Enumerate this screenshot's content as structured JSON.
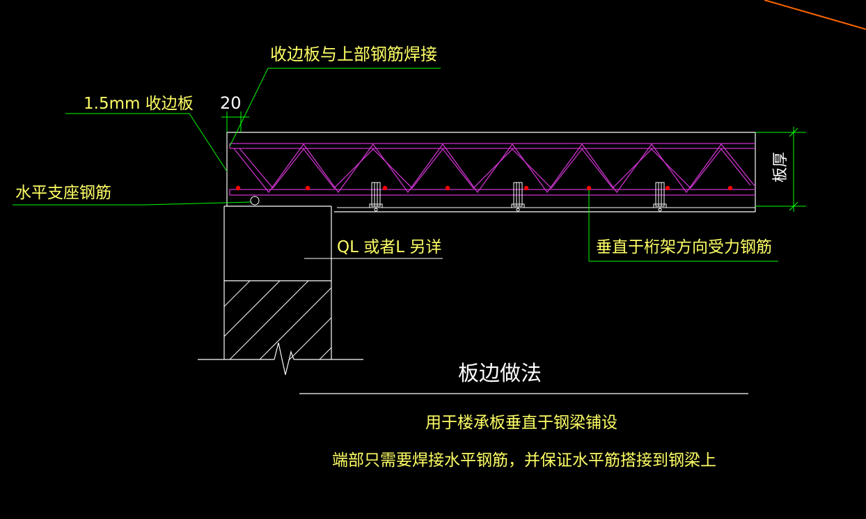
{
  "colors": {
    "background": "#000000",
    "leader": "#00ff00",
    "truss": "#cc33cc",
    "outline": "#ffffff",
    "label_yellow": "#ffff66",
    "label_white": "#ffffff",
    "rebar_dot": "#ff0000",
    "accent_line": "#ff6600"
  },
  "labels": {
    "weld_note": "收边板与上部钢筋焊接",
    "edge_plate": "1.5mm 收边板",
    "dimension_20": "20",
    "horizontal_support": "水平支座钢筋",
    "beam_note": "QL 或者L 另详",
    "perpendicular_rebar": "垂直于桁架方向受力钢筋",
    "slab_thickness": "板厚",
    "title": "板边做法",
    "note_line_1": "用于楼承板垂直于钢梁铺设",
    "note_line_2": "端部只需要焊接水平钢筋，并保证水平筋搭接到钢梁上"
  },
  "icons": [
    "break-symbol-icon",
    "rebar-dot-icon",
    "stud-connector-icon"
  ]
}
